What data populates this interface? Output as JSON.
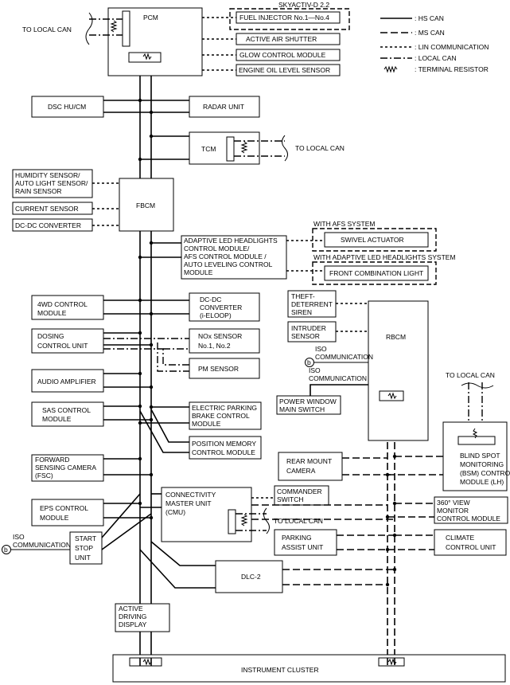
{
  "legend": {
    "hs_can": ": HS CAN",
    "ms_can": ": MS CAN",
    "lin": ": LIN COMMUNICATION",
    "local_can": ": LOCAL CAN",
    "terminal_resistor": ": TERMINAL RESISTOR"
  },
  "labels": {
    "pcm": "PCM",
    "skyactiv": "SKYACTIV-D 2.2",
    "fuel_injector": "FUEL INJECTOR No.1—No.4",
    "active_air_shutter": "ACTIVE AIR SHUTTER",
    "glow_control_module": "GLOW CONTROL MODULE",
    "engine_oil_level_sensor": "ENGINE OIL LEVEL SENSOR",
    "to_local_can_1": "TO LOCAL CAN",
    "dsc": "DSC HU/CM",
    "radar": "RADAR UNIT",
    "tcm": "TCM",
    "to_local_can_2": "TO LOCAL CAN",
    "humidity": [
      "HUMIDITY SENSOR/",
      "AUTO LIGHT SENSOR/",
      "RAIN SENSOR"
    ],
    "current_sensor": "CURRENT SENSOR",
    "dcdc_converter": "DC-DC CONVERTER",
    "fbcm": "FBCM",
    "with_afs": "WITH AFS SYSTEM",
    "swivel": "SWIVEL ACTUATOR",
    "with_led": "WITH ADAPTIVE LED HEADLIGHTS SYSTEM",
    "front_combination": "FRONT COMBINATION LIGHT",
    "adaptive_led": [
      "ADAPTIVE LED HEADLIGHTS",
      "CONTROL MODULE/",
      "AFS CONTROL MODULE /",
      "AUTO LEVELING CONTROL",
      "MODULE"
    ],
    "fwd": [
      "4WD CONTROL",
      "MODULE"
    ],
    "dcdc_eloop": [
      "DC-DC",
      "CONVERTER",
      "(i-ELOOP)"
    ],
    "theft": [
      "THEFT-",
      "DETERRENT",
      "SIREN"
    ],
    "intruder": [
      "INTRUDER",
      "SENSOR"
    ],
    "rbcm": "RBCM",
    "dosing": [
      "DOSING",
      "CONTROL UNIT"
    ],
    "nox": [
      "NOx SENSOR",
      "No.1, No.2"
    ],
    "iso_comm_right_1": [
      "ISO",
      "COMMUNICATION"
    ],
    "iso_comm_right_2": [
      "ISO",
      "COMMUNICATION"
    ],
    "circle_b_right": "b",
    "pm_sensor": "PM SENSOR",
    "audio_amp": "AUDIO AMPLIFIER",
    "power_window": [
      "POWER WINDOW",
      "MAIN SWITCH"
    ],
    "to_local_can_3": "TO LOCAL CAN",
    "sas": [
      "SAS CONTROL",
      "MODULE"
    ],
    "epb": [
      "ELECTRIC PARKING",
      "BRAKE CONTROL",
      "MODULE"
    ],
    "position_memory": [
      "POSITION MEMORY",
      "CONTROL MODULE"
    ],
    "bsm": [
      "BLIND SPOT",
      "MONITORING",
      "(BSM) CONTROL",
      "MODULE (LH)"
    ],
    "forward_camera": [
      "FORWARD",
      "SENSING CAMERA",
      "(FSC)"
    ],
    "rear_camera": [
      "REAR MOUNT",
      "CAMERA"
    ],
    "commander": [
      "COMMANDER",
      "SWITCH"
    ],
    "cmu": [
      "CONNECTIVITY",
      "MASTER UNIT",
      "(CMU)"
    ],
    "to_local_can_4": "TO LOCAL CAN",
    "view360": [
      "360° VIEW",
      "MONITOR",
      "CONTROL MODULE"
    ],
    "eps": [
      "EPS CONTROL",
      "MODULE"
    ],
    "iso_comm_left": [
      "ISO",
      "COMMUNICATION"
    ],
    "circle_b_left": "b",
    "start_stop": [
      "START",
      "STOP",
      "UNIT"
    ],
    "parking_assist": [
      "PARKING",
      "ASSIST UNIT"
    ],
    "climate": [
      "CLIMATE",
      "CONTROL UNIT"
    ],
    "dlc2": "DLC-2",
    "active_driving": [
      "ACTIVE",
      "DRIVING",
      "DISPLAY"
    ],
    "instrument_cluster": "INSTRUMENT CLUSTER"
  }
}
